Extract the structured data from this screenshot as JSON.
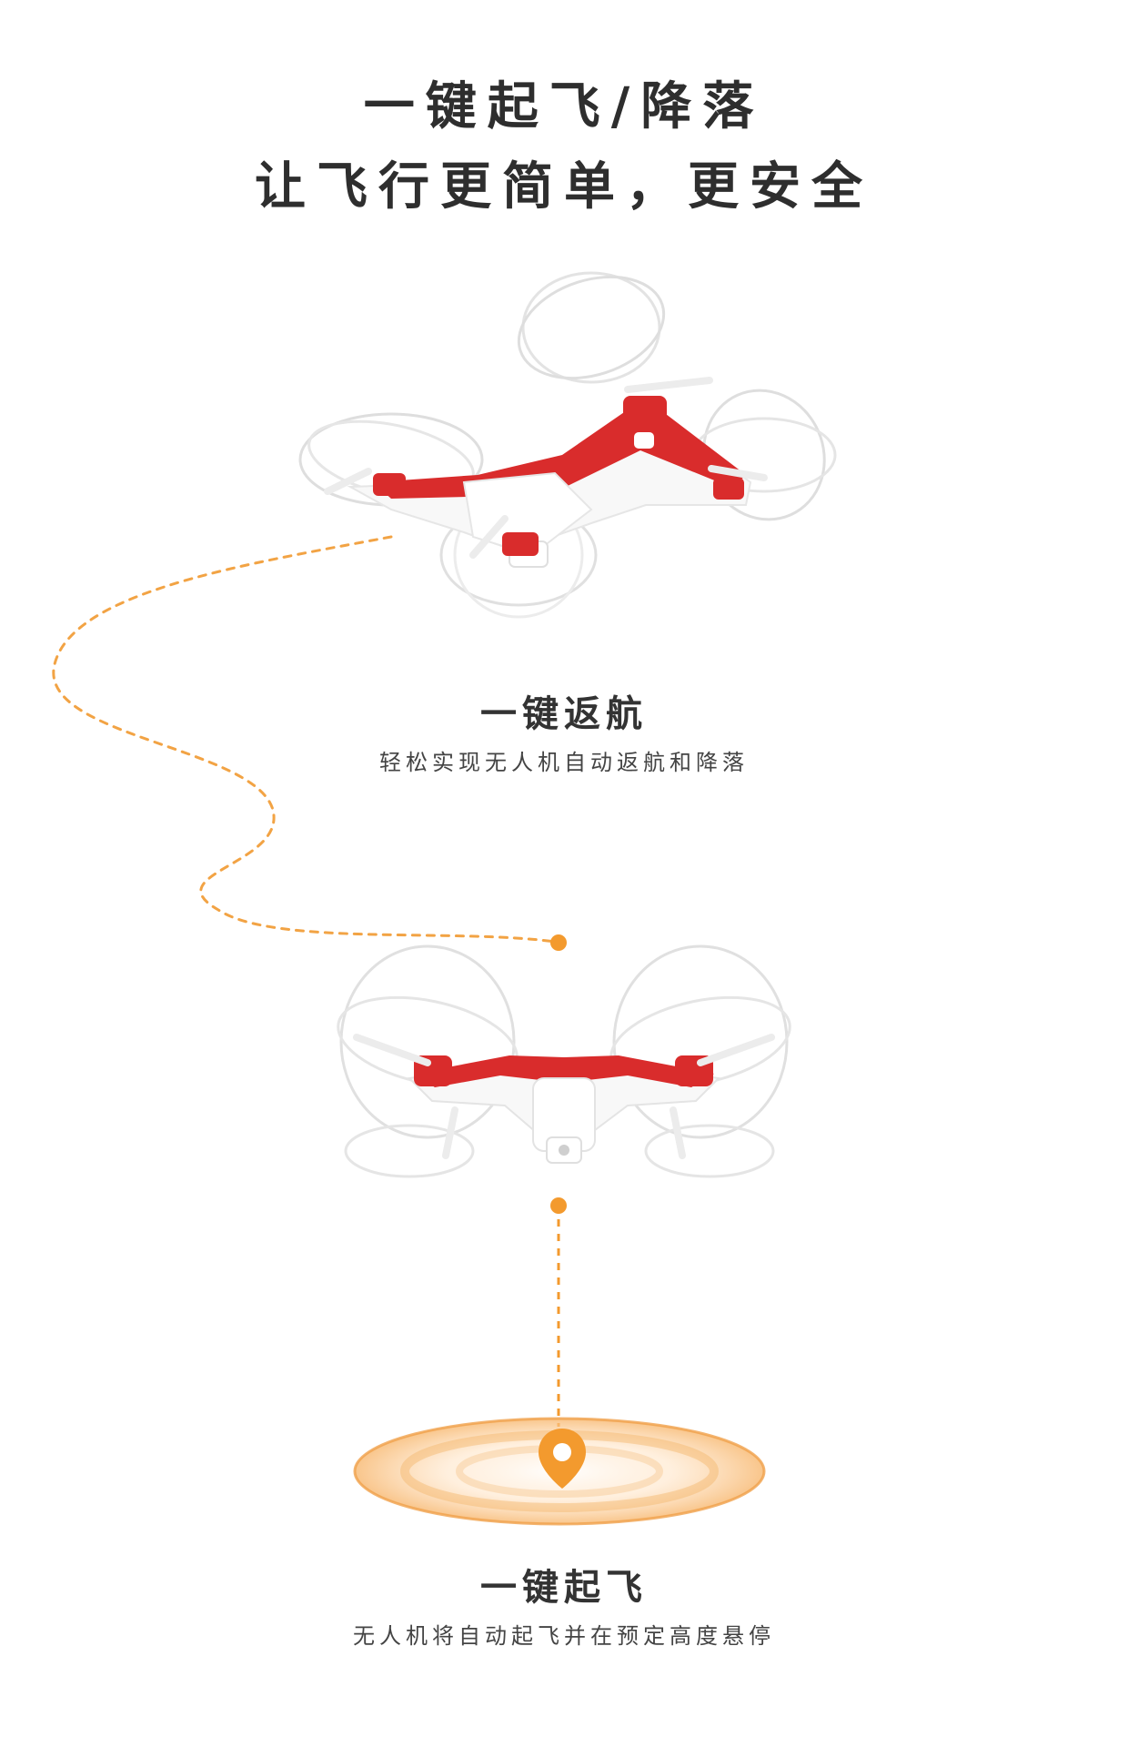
{
  "heading": {
    "line1": "一键起飞/降落",
    "line2": "让飞行更简单，更安全"
  },
  "features": {
    "return": {
      "title": "一键返航",
      "description": "轻松实现无人机自动返航和降落"
    },
    "takeoff": {
      "title": "一键起飞",
      "description": "无人机将自动起飞并在预定高度悬停"
    }
  },
  "colors": {
    "accent": "#f39a2e",
    "drone_red": "#d92c2c",
    "drone_white": "#ffffff",
    "text": "#2f2f2f"
  },
  "icons": {
    "landing_marker": "location-pin-icon",
    "ripple": "ripple-rings-icon",
    "route_dot": "orange-dot-icon"
  }
}
